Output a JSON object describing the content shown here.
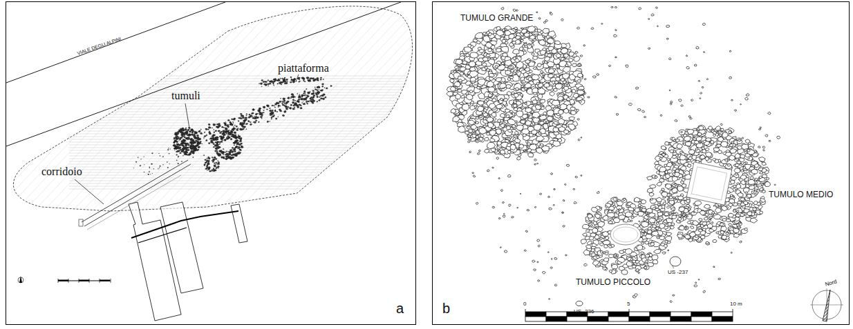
{
  "diagram": {
    "labels": [
      "VIALE DEGLI ALPINI",
      "piattaforma",
      "tumuli",
      "corridoio",
      "a",
      "TUMULO GRANDE",
      "TUMULO MEDIO",
      "TUMULO PICCOLO",
      "US -237",
      "US -236",
      "b",
      "0",
      "5",
      "10 m",
      "Nord"
    ]
  }
}
